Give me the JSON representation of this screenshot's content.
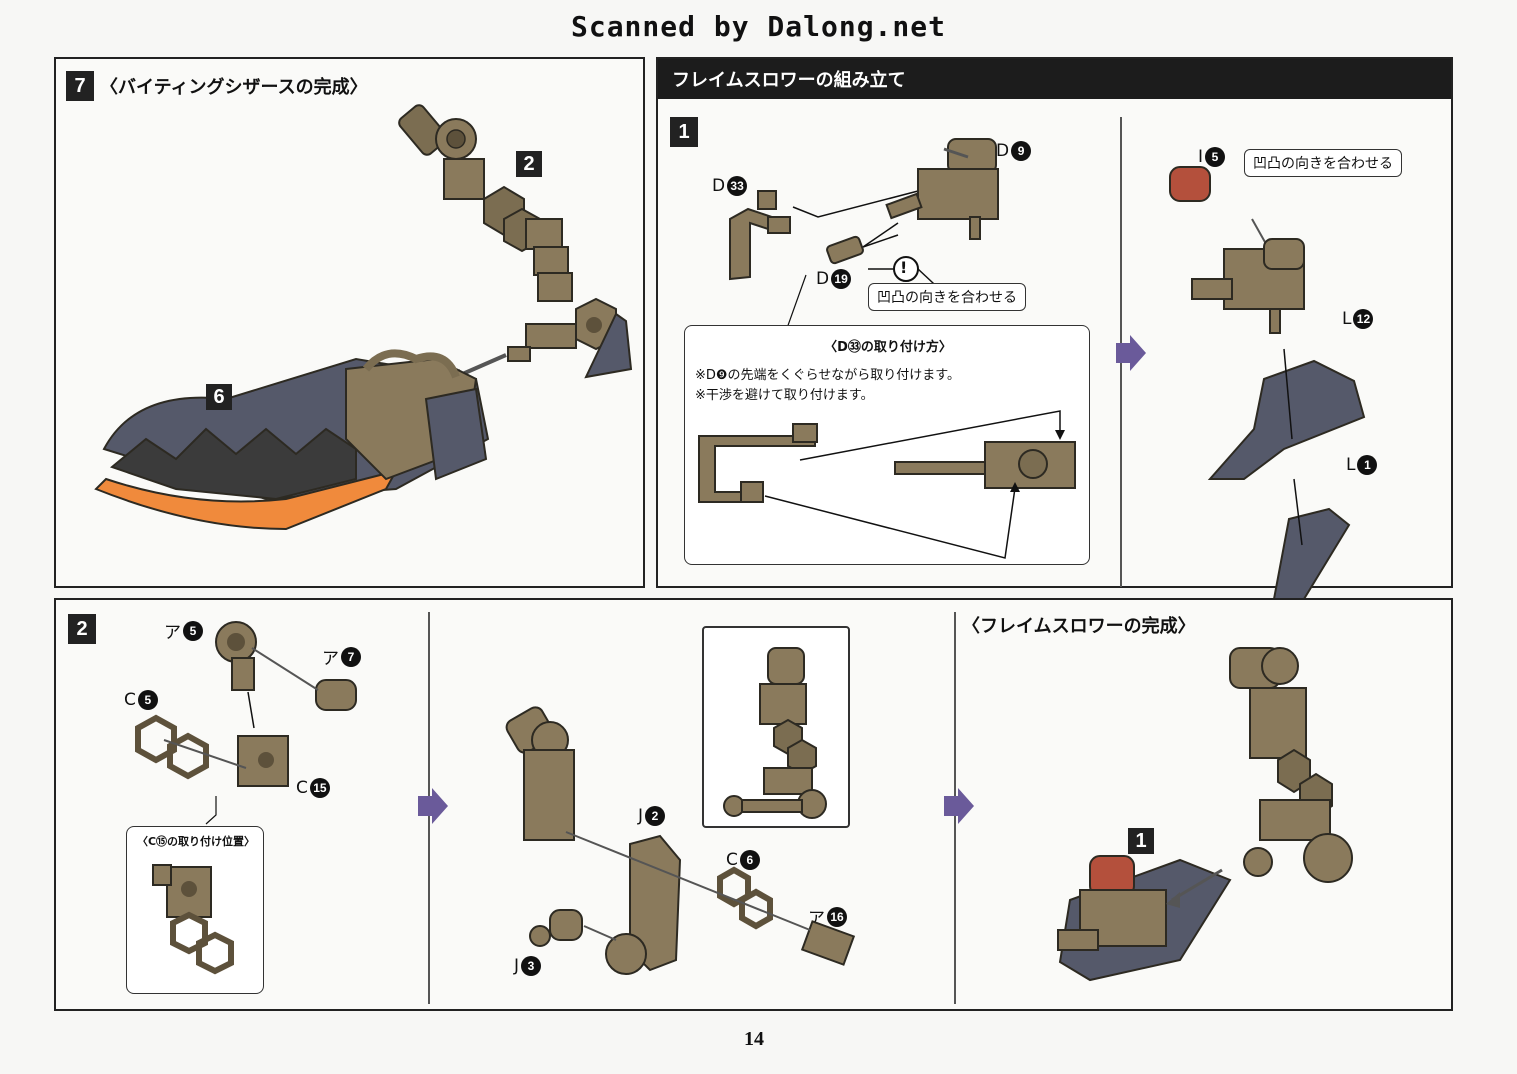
{
  "watermark": "Scanned by Dalong.net",
  "page_number": "14",
  "panel_step7": {
    "step": "7",
    "title": "〈バイティングシザースの完成〉",
    "labels": [
      "2",
      "6"
    ]
  },
  "panel_flame_assembly": {
    "header": "フレイムスロワーの組み立て",
    "step": "1",
    "parts": {
      "d33": {
        "letter": "D",
        "num": "33"
      },
      "d9": {
        "letter": "D",
        "num": "9"
      },
      "d19": {
        "letter": "D",
        "num": "19"
      },
      "i5": {
        "letter": "I",
        "num": "5"
      },
      "l12": {
        "letter": "L",
        "num": "12"
      },
      "l1": {
        "letter": "L",
        "num": "1"
      }
    },
    "caution_mark": "!",
    "callout_align": "凹凸の向きを合わせる",
    "callout_align2": "凹凸の向きを合わせる",
    "inset": {
      "title": "〈D㉝の取り付け方〉",
      "notes": [
        "※D❾の先端をくぐらせながら取り付けます。",
        "※干渉を避けて取り付けます。"
      ]
    }
  },
  "panel_step2": {
    "step": "2",
    "parts": {
      "a5": {
        "letter": "ア",
        "num": "5"
      },
      "a7": {
        "letter": "ア",
        "num": "7"
      },
      "c5": {
        "letter": "C",
        "num": "5"
      },
      "c15": {
        "letter": "C",
        "num": "15"
      },
      "j2": {
        "letter": "J",
        "num": "2"
      },
      "c6": {
        "letter": "C",
        "num": "6"
      },
      "a16": {
        "letter": "ア",
        "num": "16"
      },
      "j3": {
        "letter": "J",
        "num": "3"
      }
    },
    "inset_title": "〈C⑮の取り付け位置〉",
    "completion_title": "〈フレイムスロワーの完成〉",
    "completion_label": "1"
  },
  "colors": {
    "tan": "#8a7a5c",
    "dark_tan": "#5d513b",
    "slate": "#55596a",
    "orange": "#f08a3c",
    "red": "#b4503c",
    "arrow_purple": "#6a5a9a"
  }
}
